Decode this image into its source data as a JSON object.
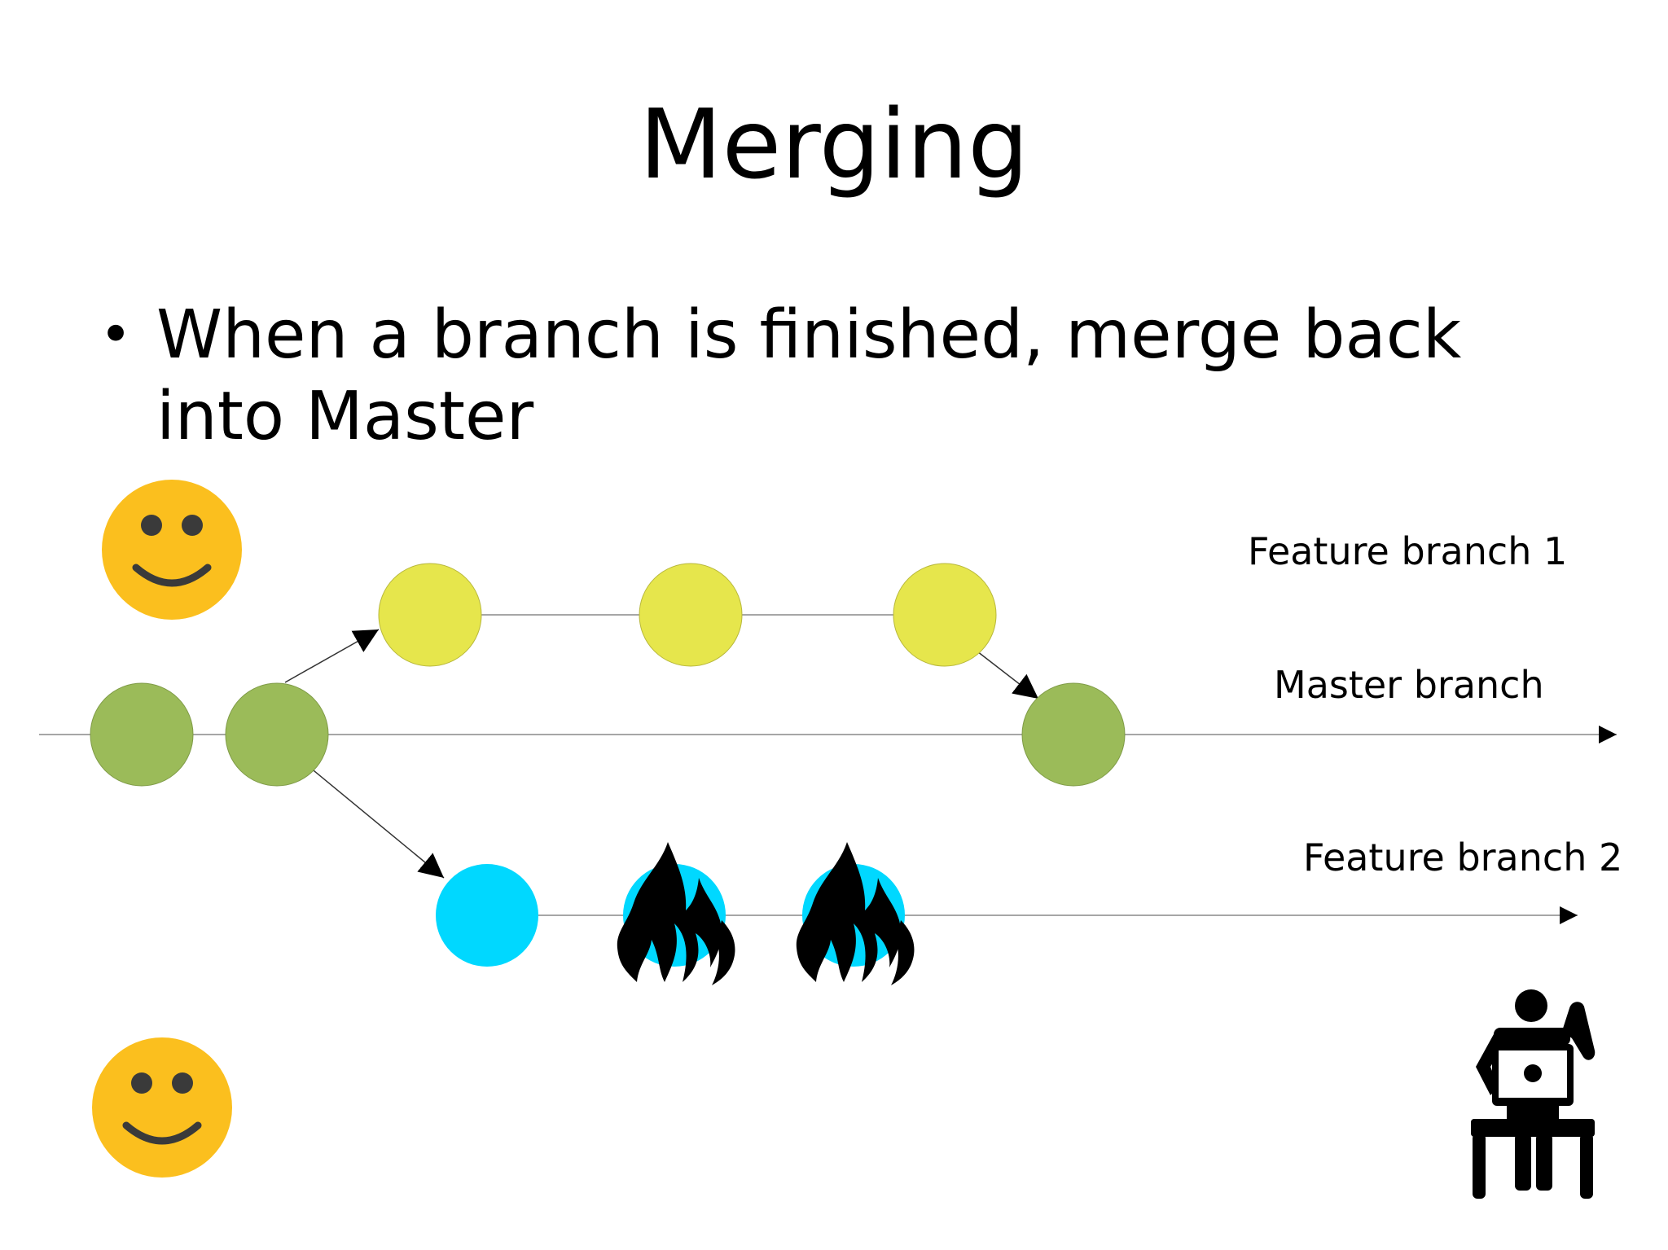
{
  "slide": {
    "title": "Merging",
    "bullet": "When a branch is finished, merge back into Master",
    "bullet_lines": [
      "When a branch is finished, merge back",
      "into Master"
    ]
  },
  "labels": {
    "feature_branch_1": "Feature branch 1",
    "master_branch": "Master branch",
    "feature_branch_2": "Feature branch 2"
  },
  "colors": {
    "master_commit": "#9bbb59",
    "feature1_commit": "#e6e64c",
    "feature2_commit": "#00d8ff",
    "smiley": "#fbbf1e",
    "line": "#888888"
  },
  "icons": [
    "smiley-icon",
    "smiley-icon",
    "fire-icon",
    "fire-icon",
    "developer-at-computer-icon"
  ],
  "branches": {
    "master": {
      "commits": 3
    },
    "feature_1": {
      "commits": 3,
      "merged_into": "master"
    },
    "feature_2": {
      "commits": 3,
      "status": "in progress"
    }
  }
}
